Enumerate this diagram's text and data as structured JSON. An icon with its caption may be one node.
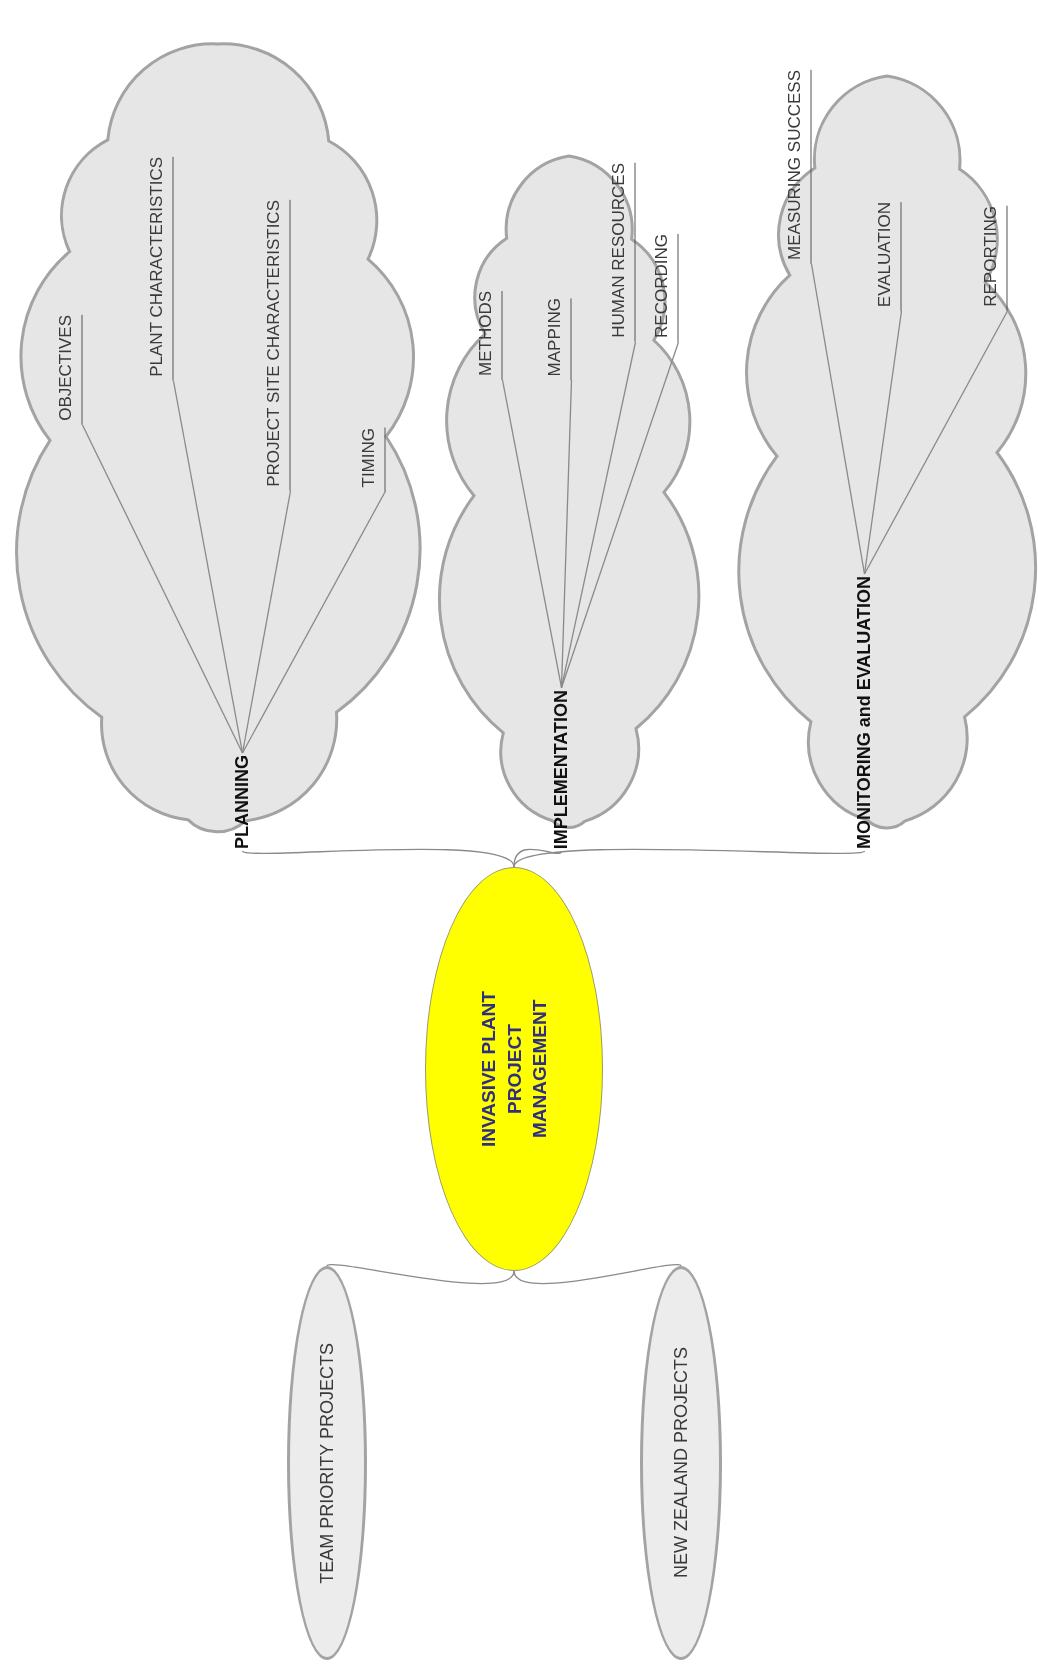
{
  "diagram": {
    "nodes": [
      {
        "text": [
          "INVASIVE PLANT PROJECT MANAGEMENT"
        ]
      },
      {
        "text": [],
        "shape": "cloud"
      },
      {
        "text": [
          "PLANNING"
        ],
        "in": 1
      },
      {
        "text": [
          "OBJECTIVES"
        ],
        "in": 1
      },
      {
        "text": [
          "PLANT CHARACTERISTICS"
        ],
        "in": 1
      },
      {
        "text": [
          "PROJECT SITE CHARACTERISTICS"
        ],
        "in": 1
      },
      {
        "text": [
          "TIMING"
        ],
        "in": 1
      },
      {
        "text": [],
        "shape": "cloud"
      },
      {
        "text": [
          "IMPLEMENTATION"
        ],
        "in": 7
      },
      {
        "text": [
          "METHODS"
        ],
        "in": 7
      },
      {
        "text": [
          "MAPPING"
        ],
        "in": 7
      },
      {
        "text": [
          "HUMAN RESOURCES"
        ],
        "in": 7
      },
      {
        "text": [
          "RECORDING"
        ],
        "in": 7
      },
      {
        "text": [],
        "shape": "cloud"
      },
      {
        "text": [
          "MONITORING and EVALUATION"
        ],
        "in": 13
      },
      {
        "text": [
          "MEASURING SUCCESS"
        ],
        "in": 13
      },
      {
        "text": [
          "EVALUATION"
        ],
        "in": 13
      },
      {
        "text": [
          "REPORTING"
        ],
        "in": 13
      },
      {
        "text": [
          "TEAM PRIORITY PROJECTS"
        ]
      },
      {
        "text": [
          "NEW ZEALAND PROJECTS"
        ]
      }
    ],
    "edges": [
      {
        "from": 0,
        "to": 2,
        "arrow": "none"
      },
      {
        "from": 0,
        "to": 8,
        "arrow": "none"
      },
      {
        "from": 0,
        "to": 14,
        "arrow": "none"
      },
      {
        "from": 2,
        "to": 3,
        "arrow": "none"
      },
      {
        "from": 2,
        "to": 4,
        "arrow": "none"
      },
      {
        "from": 2,
        "to": 5,
        "arrow": "none"
      },
      {
        "from": 2,
        "to": 6,
        "arrow": "none"
      },
      {
        "from": 8,
        "to": 9,
        "arrow": "none"
      },
      {
        "from": 8,
        "to": 10,
        "arrow": "none"
      },
      {
        "from": 8,
        "to": 11,
        "arrow": "none"
      },
      {
        "from": 8,
        "to": 12,
        "arrow": "none"
      },
      {
        "from": 14,
        "to": 15,
        "arrow": "none"
      },
      {
        "from": 14,
        "to": 16,
        "arrow": "none"
      },
      {
        "from": 14,
        "to": 17,
        "arrow": "none"
      },
      {
        "from": 0,
        "to": 18,
        "arrow": "none"
      },
      {
        "from": 0,
        "to": 19,
        "arrow": "none"
      }
    ]
  }
}
